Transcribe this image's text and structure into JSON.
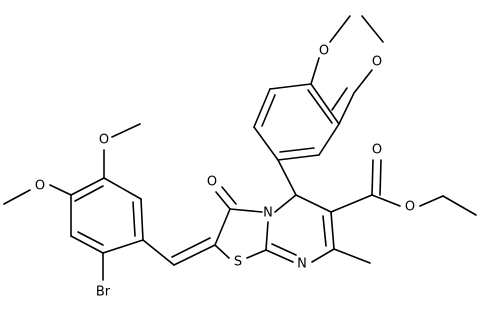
{
  "structure": {
    "atoms": {
      "O1": "O",
      "O2": "O",
      "O_carbonyl_ester": "O",
      "O_ester": "O",
      "O_methoxy_top": "O",
      "O_methoxy_left": "O",
      "O_ketone": "O",
      "N_ring": "N",
      "N_imine": "N",
      "S": "S",
      "Br": "Br"
    },
    "colors": {
      "bond": "#000000",
      "label": "#000000",
      "background": "#ffffff"
    }
  }
}
